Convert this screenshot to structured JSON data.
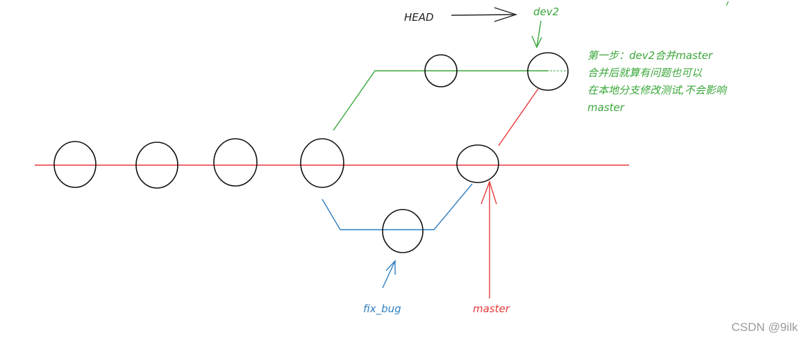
{
  "labels": {
    "head": "HEAD",
    "dev2": "dev2",
    "fix_bug": "fix_bug",
    "master": "master"
  },
  "note": {
    "lines": [
      "第一步：dev2合并master",
      "合并后就算有问题也可以",
      "在本地分支修改测试,不会影响",
      "master"
    ]
  },
  "watermark": "CSDN @9ilk",
  "colors": {
    "master": "#e5383b",
    "dev2": "#3aa63a",
    "fix_bug": "#2f7fc1",
    "head": "#222222",
    "node": "#111111"
  }
}
